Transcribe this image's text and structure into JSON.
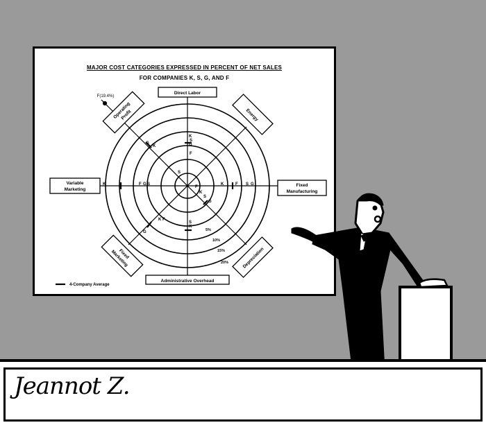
{
  "chart": {
    "title_line1": "MAJOR COST CATEGORIES EXPRESSED IN PERCENT OF NET SALES",
    "title_line2": "FOR COMPANIES K, S, G, AND F",
    "categories": {
      "top": "Direct Labor",
      "right": [
        "Fixed",
        "Manufacturing"
      ],
      "bottom": "Administrative Overhead",
      "left": [
        "Variable",
        "Marketing"
      ],
      "top_right": "Energy",
      "bottom_right": "Depreciation",
      "bottom_left": [
        "Fixed",
        "Marketing"
      ],
      "top_left": [
        "Operating",
        "Profit"
      ]
    },
    "outlier_label": "F(19.4%)",
    "ring_labels": [
      "5%",
      "10%",
      "15%",
      "20%"
    ],
    "company_letters": [
      "K",
      "S",
      "G",
      "F"
    ],
    "legend": "4-Company Average"
  },
  "signature": "Jeannot Z."
}
